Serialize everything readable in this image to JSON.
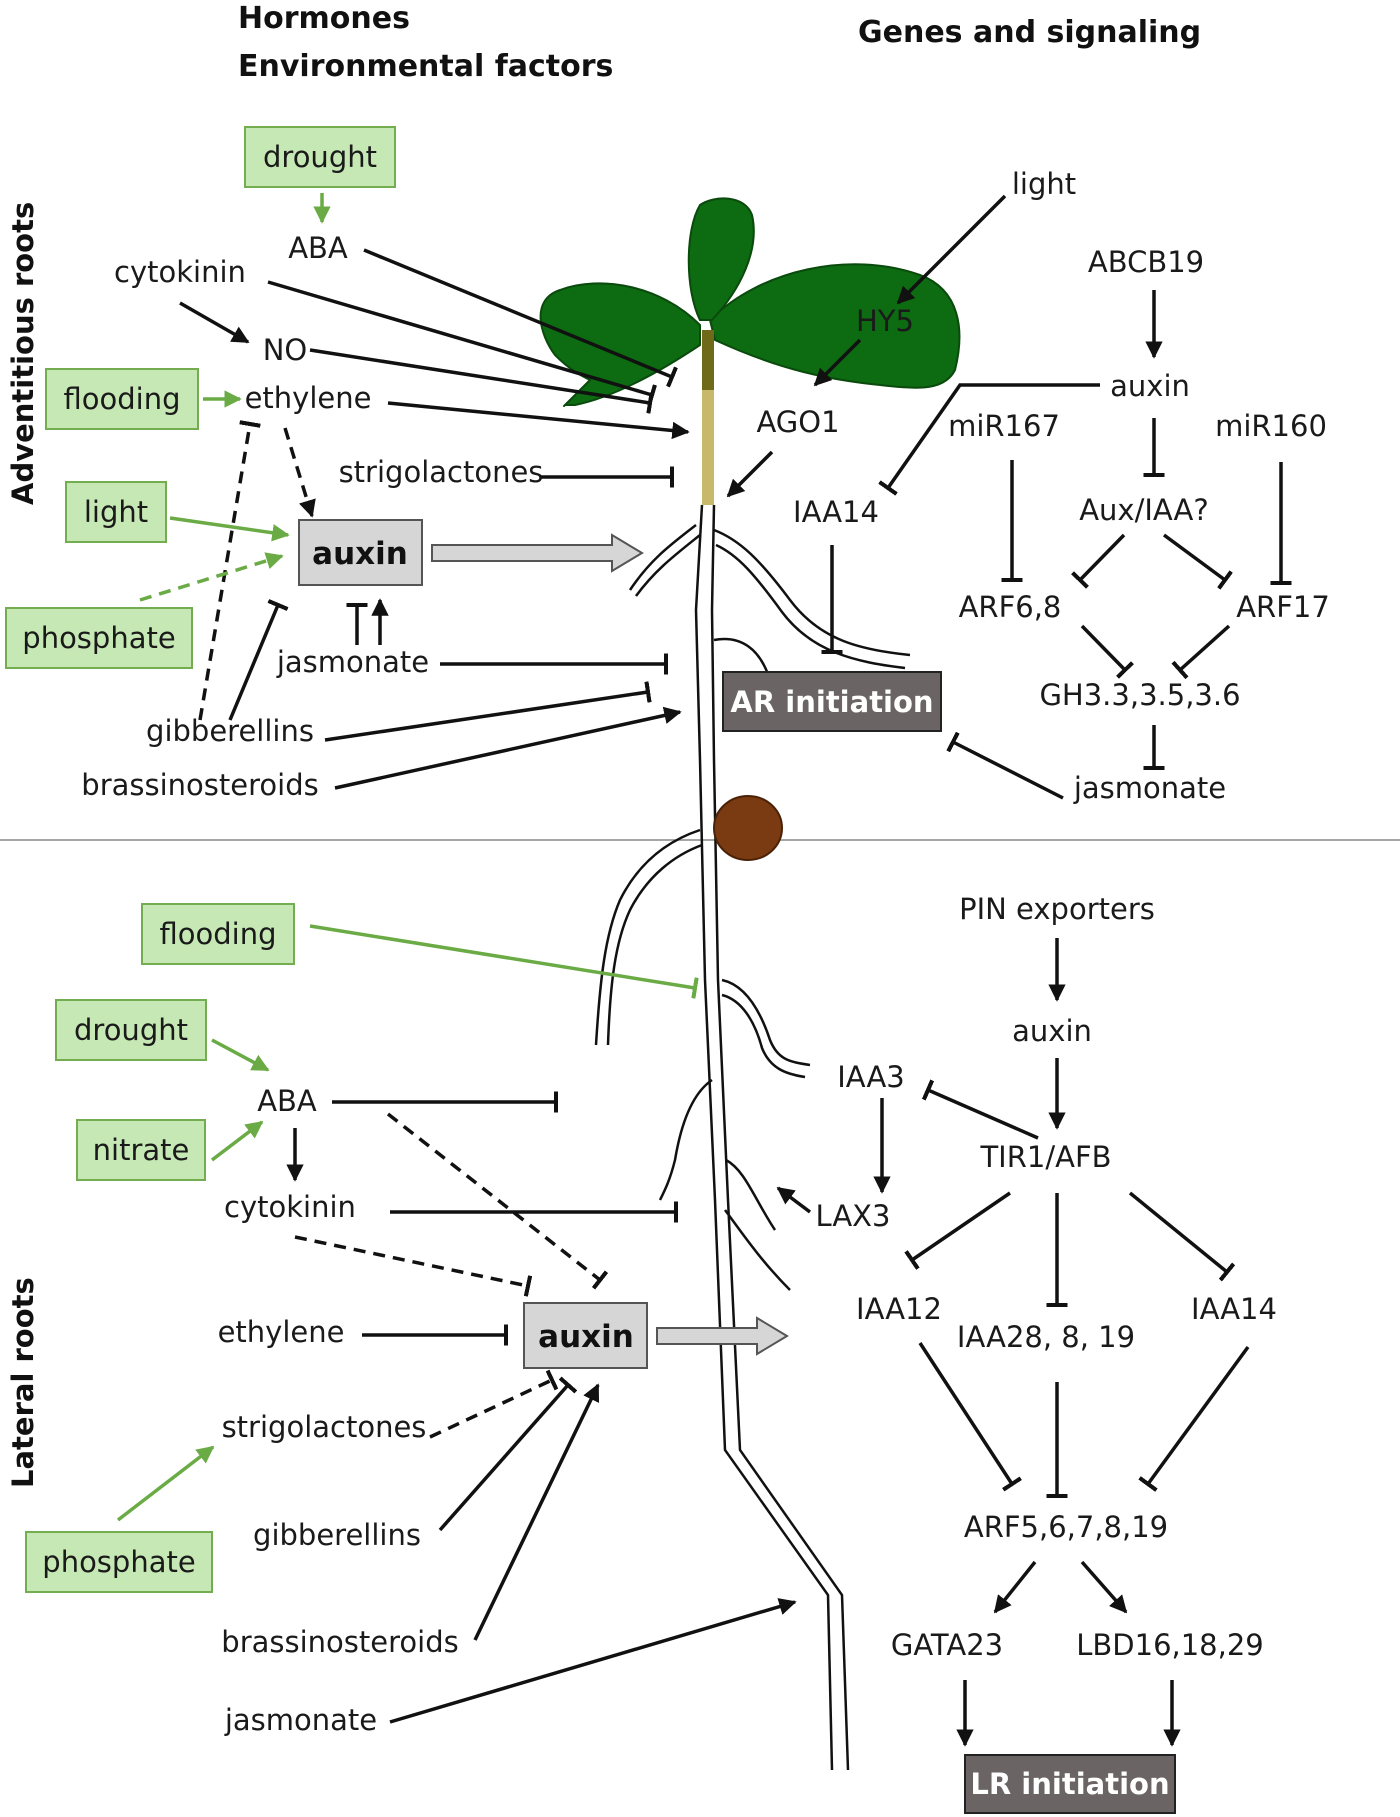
{
  "headers": {
    "hormones": "Hormones",
    "environmental": "Environmental factors",
    "genes": "Genes and signaling"
  },
  "side_labels": {
    "adventitious": "Adventitious roots",
    "lateral": "Lateral roots"
  },
  "ar_section": {
    "env": {
      "drought": "drought",
      "flooding": "flooding",
      "light": "light",
      "phosphate": "phosphate"
    },
    "hormones": {
      "aba": "ABA",
      "cytokinin": "cytokinin",
      "no": "NO",
      "ethylene": "ethylene",
      "strigolactones": "strigolactones",
      "auxin": "auxin",
      "jasmonate": "jasmonate",
      "gibberellins": "gibberellins",
      "brassinosteroids": "brassinosteroids"
    },
    "genes": {
      "light": "light",
      "hy5": "HY5",
      "ago1": "AGO1",
      "iaa14": "IAA14",
      "abcb19": "ABCB19",
      "auxin": "auxin",
      "mir167": "miR167",
      "mir160": "miR160",
      "aux_iaa": "Aux/IAA?",
      "arf68": "ARF6,8",
      "arf17": "ARF17",
      "gh3": "GH3.3,3.5,3.6",
      "jasmonate": "jasmonate"
    },
    "outcome": "AR initiation"
  },
  "lr_section": {
    "env": {
      "flooding": "flooding",
      "drought": "drought",
      "nitrate": "nitrate",
      "phosphate": "phosphate"
    },
    "hormones": {
      "aba": "ABA",
      "cytokinin": "cytokinin",
      "ethylene": "ethylene",
      "auxin": "auxin",
      "strigolactones": "strigolactones",
      "gibberellins": "gibberellins",
      "brassinosteroids": "brassinosteroids",
      "jasmonate": "jasmonate"
    },
    "genes": {
      "pin": "PIN exporters",
      "auxin": "auxin",
      "iaa3": "IAA3",
      "tir1": "TIR1/AFB",
      "lax3": "LAX3",
      "iaa12": "IAA12",
      "iaa28": "IAA28, 8, 19",
      "iaa14": "IAA14",
      "arf": "ARF5,6,7,8,19",
      "gata23": "GATA23",
      "lbd": "LBD16,18,29"
    },
    "outcome": "LR initiation"
  },
  "colors": {
    "env_box_fill": "#c6e8b4",
    "env_arrow": "#6aab45",
    "leaf": "#0d6b12",
    "seed": "#7a3a12",
    "outcome_box": "#6b6464",
    "auxin_box": "#d6d6d6"
  }
}
